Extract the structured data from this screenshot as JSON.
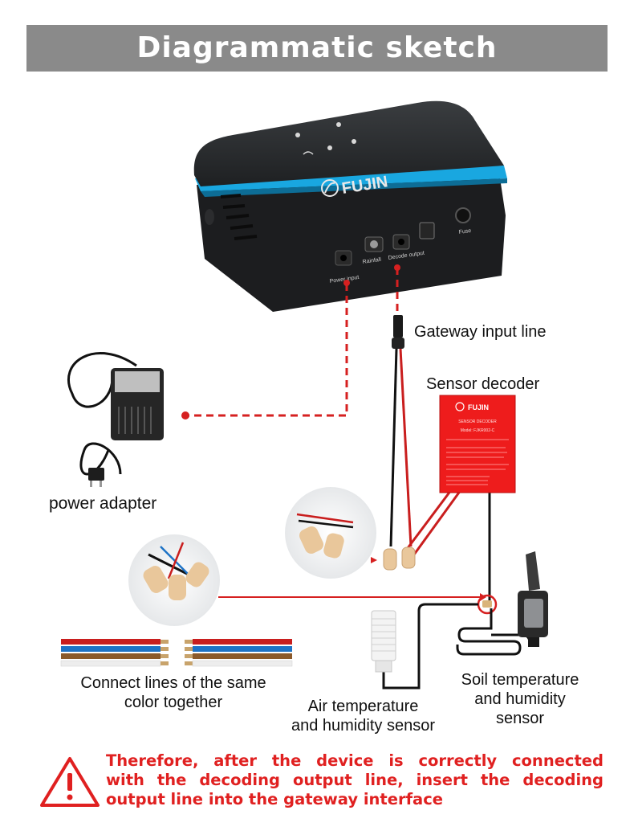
{
  "header": {
    "title": "Diagrammatic sketch"
  },
  "gateway": {
    "brand": "FUJIN",
    "ports": {
      "power_input": "Power input",
      "rainfall": "Rainfall",
      "decode_output": "Decode output",
      "fuse": "Fuse"
    }
  },
  "decoder_card": {
    "brand": "FUJIN",
    "lines": [
      "SENSOR DECODER",
      "Model: FJKR002-C"
    ]
  },
  "labels": {
    "gateway_input_line": "Gateway input line",
    "sensor_decoder": "Sensor decoder",
    "power_adapter": "power adapter",
    "connect_lines": [
      "Connect lines of the same",
      "color together"
    ],
    "air_sensor": [
      "Air temperature",
      "and humidity sensor"
    ],
    "soil_sensor": [
      "Soil temperature",
      "and humidity",
      "sensor"
    ]
  },
  "warning": {
    "lines": [
      "Therefore, after the device is correctly connected",
      "with the decoding output line, insert the decoding",
      "output line into the gateway interface"
    ]
  },
  "colors": {
    "banner": "#8a8a8a",
    "wire_red": "#d62020",
    "warning_text": "#e02020",
    "device_accent": "#19a7e0",
    "decoder_body": "#ee1c1c"
  }
}
